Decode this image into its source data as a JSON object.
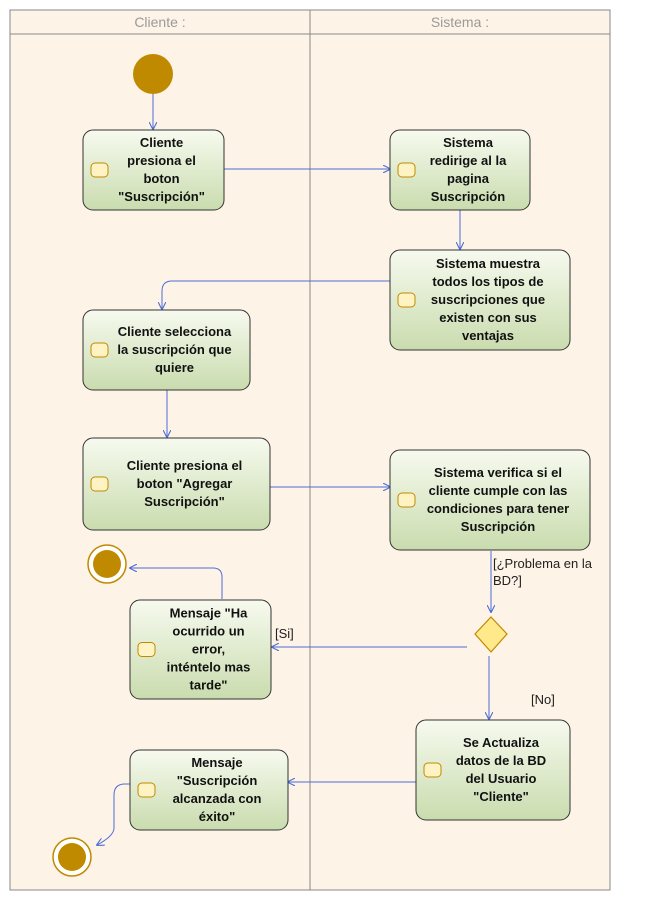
{
  "lanes": {
    "client": "Cliente :",
    "system": "Sistema :"
  },
  "activities": {
    "a1": [
      "Cliente",
      "presiona el",
      "boton",
      "\"Suscripción\""
    ],
    "a2": [
      "Sistema",
      "redirige al la",
      "pagina",
      "Suscripción"
    ],
    "a3": [
      "Sistema muestra",
      "todos los tipos de",
      "suscripciones que",
      "existen con sus",
      "ventajas"
    ],
    "a4": [
      "Cliente selecciona",
      "la suscripción que",
      "quiere"
    ],
    "a5": [
      "Cliente presiona el",
      "boton \"Agregar",
      "Suscripción\""
    ],
    "a6": [
      "Sistema verifica si el",
      "cliente cumple con las",
      "condiciones para tener",
      "Suscripción"
    ],
    "a7": [
      "Mensaje \"Ha",
      "ocurrido un",
      "error,",
      "inténtelo mas",
      "tarde\""
    ],
    "a8": [
      "Se Actualiza",
      "datos de la BD",
      "del Usuario",
      "\"Cliente\""
    ],
    "a9": [
      "Mensaje",
      "\"Suscripción",
      "alcanzada con",
      "éxito\""
    ]
  },
  "guards": {
    "question_line1": "[¿Problema en la",
    "question_line2": "BD?]",
    "yes": "[Si]",
    "no": "[No]"
  },
  "colors": {
    "lane_fill": "#fdf3e7",
    "lane_border": "#888888",
    "node_fill": "#c08a00",
    "decision_fill": "#ffe98a",
    "flow": "#4f6ed6"
  }
}
